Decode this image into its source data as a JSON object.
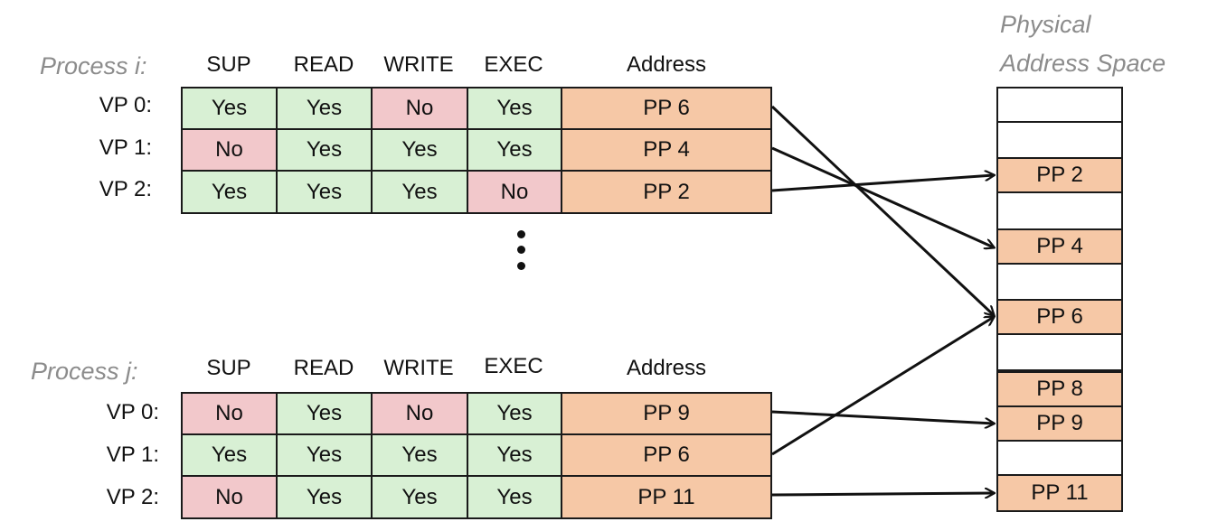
{
  "headers": [
    "SUP",
    "READ",
    "WRITE",
    "EXEC",
    "Address"
  ],
  "process_i": {
    "label": "Process i:",
    "rows": [
      {
        "vp": "VP 0:",
        "sup": "Yes",
        "read": "Yes",
        "write": "No",
        "exec": "Yes",
        "address": "PP 6"
      },
      {
        "vp": "VP 1:",
        "sup": "No",
        "read": "Yes",
        "write": "Yes",
        "exec": "Yes",
        "address": "PP 4"
      },
      {
        "vp": "VP 2:",
        "sup": "Yes",
        "read": "Yes",
        "write": "Yes",
        "exec": "No",
        "address": "PP 2"
      }
    ]
  },
  "process_j": {
    "label": "Process j:",
    "rows": [
      {
        "vp": "VP 0:",
        "sup": "No",
        "read": "Yes",
        "write": "No",
        "exec": "Yes",
        "address": "PP 9"
      },
      {
        "vp": "VP 1:",
        "sup": "Yes",
        "read": "Yes",
        "write": "Yes",
        "exec": "Yes",
        "address": "PP 6"
      },
      {
        "vp": "VP 2:",
        "sup": "No",
        "read": "Yes",
        "write": "Yes",
        "exec": "Yes",
        "address": "PP 11"
      }
    ]
  },
  "physical": {
    "title_line1": "Physical",
    "title_line2": "Address Space",
    "slots": [
      "",
      "",
      "PP 2",
      "",
      "PP 4",
      "",
      "PP 6",
      "",
      "PP 8",
      "PP 9",
      "",
      "PP 11"
    ]
  },
  "mappings": [
    {
      "from": "process_i.0",
      "to": "PP 6"
    },
    {
      "from": "process_i.1",
      "to": "PP 4"
    },
    {
      "from": "process_i.2",
      "to": "PP 2"
    },
    {
      "from": "process_j.0",
      "to": "PP 9"
    },
    {
      "from": "process_j.1",
      "to": "PP 6"
    },
    {
      "from": "process_j.2",
      "to": "PP 11"
    }
  ],
  "colors": {
    "yes": "#d8f0d4",
    "no": "#f2c8cb",
    "address": "#f6c8a6"
  }
}
